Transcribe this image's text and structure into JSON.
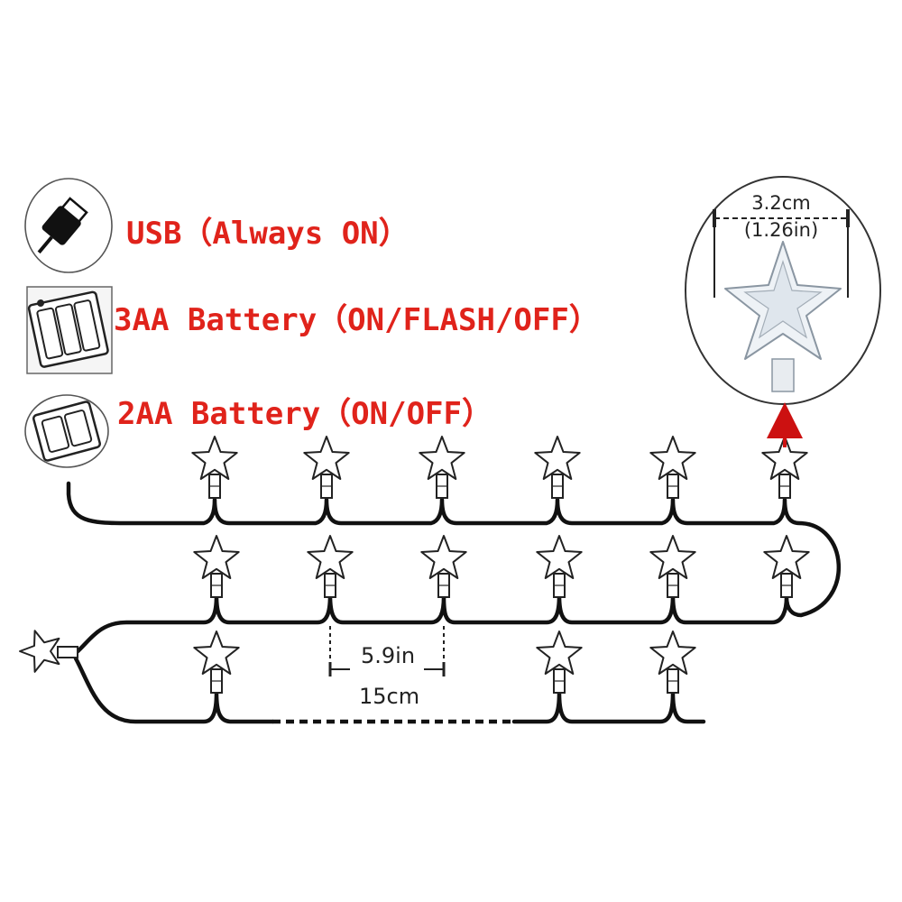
{
  "power_options": [
    {
      "icon": "usb-plug-icon",
      "label": "USB（Always ON）"
    },
    {
      "icon": "battery-box-3aa-icon",
      "label": "3AA Battery（ON/FLASH/OFF）"
    },
    {
      "icon": "battery-box-2aa-icon",
      "label": "2AA Battery（ON/OFF）"
    }
  ],
  "spacing": {
    "in": "5.9in",
    "cm": "15cm"
  },
  "star_size": {
    "cm": "3.2cm",
    "in": "(1.26in)"
  },
  "colors": {
    "label_red": "#e0231b",
    "arrow_red": "#cc1111",
    "cord": "#111111"
  }
}
